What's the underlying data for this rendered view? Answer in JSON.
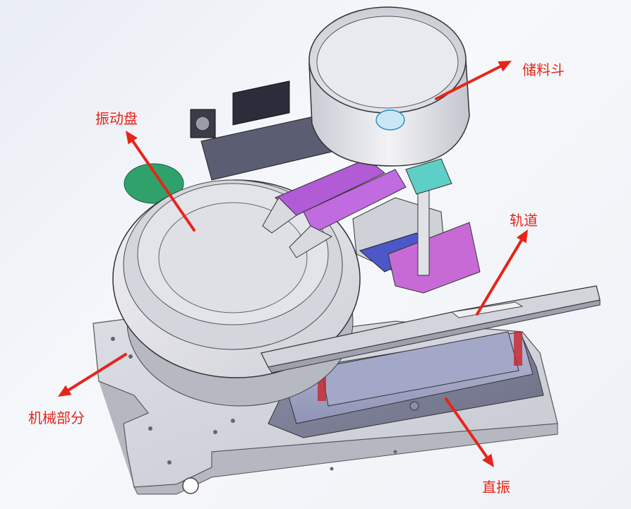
{
  "labels": {
    "hopper": "储料斗",
    "vibratory_bowl": "振动盘",
    "track": "轨道",
    "mechanical_part": "机械部分",
    "linear_vibrator": "直振"
  },
  "colors": {
    "arrow": "#e8241a",
    "label": "#e8241a"
  }
}
